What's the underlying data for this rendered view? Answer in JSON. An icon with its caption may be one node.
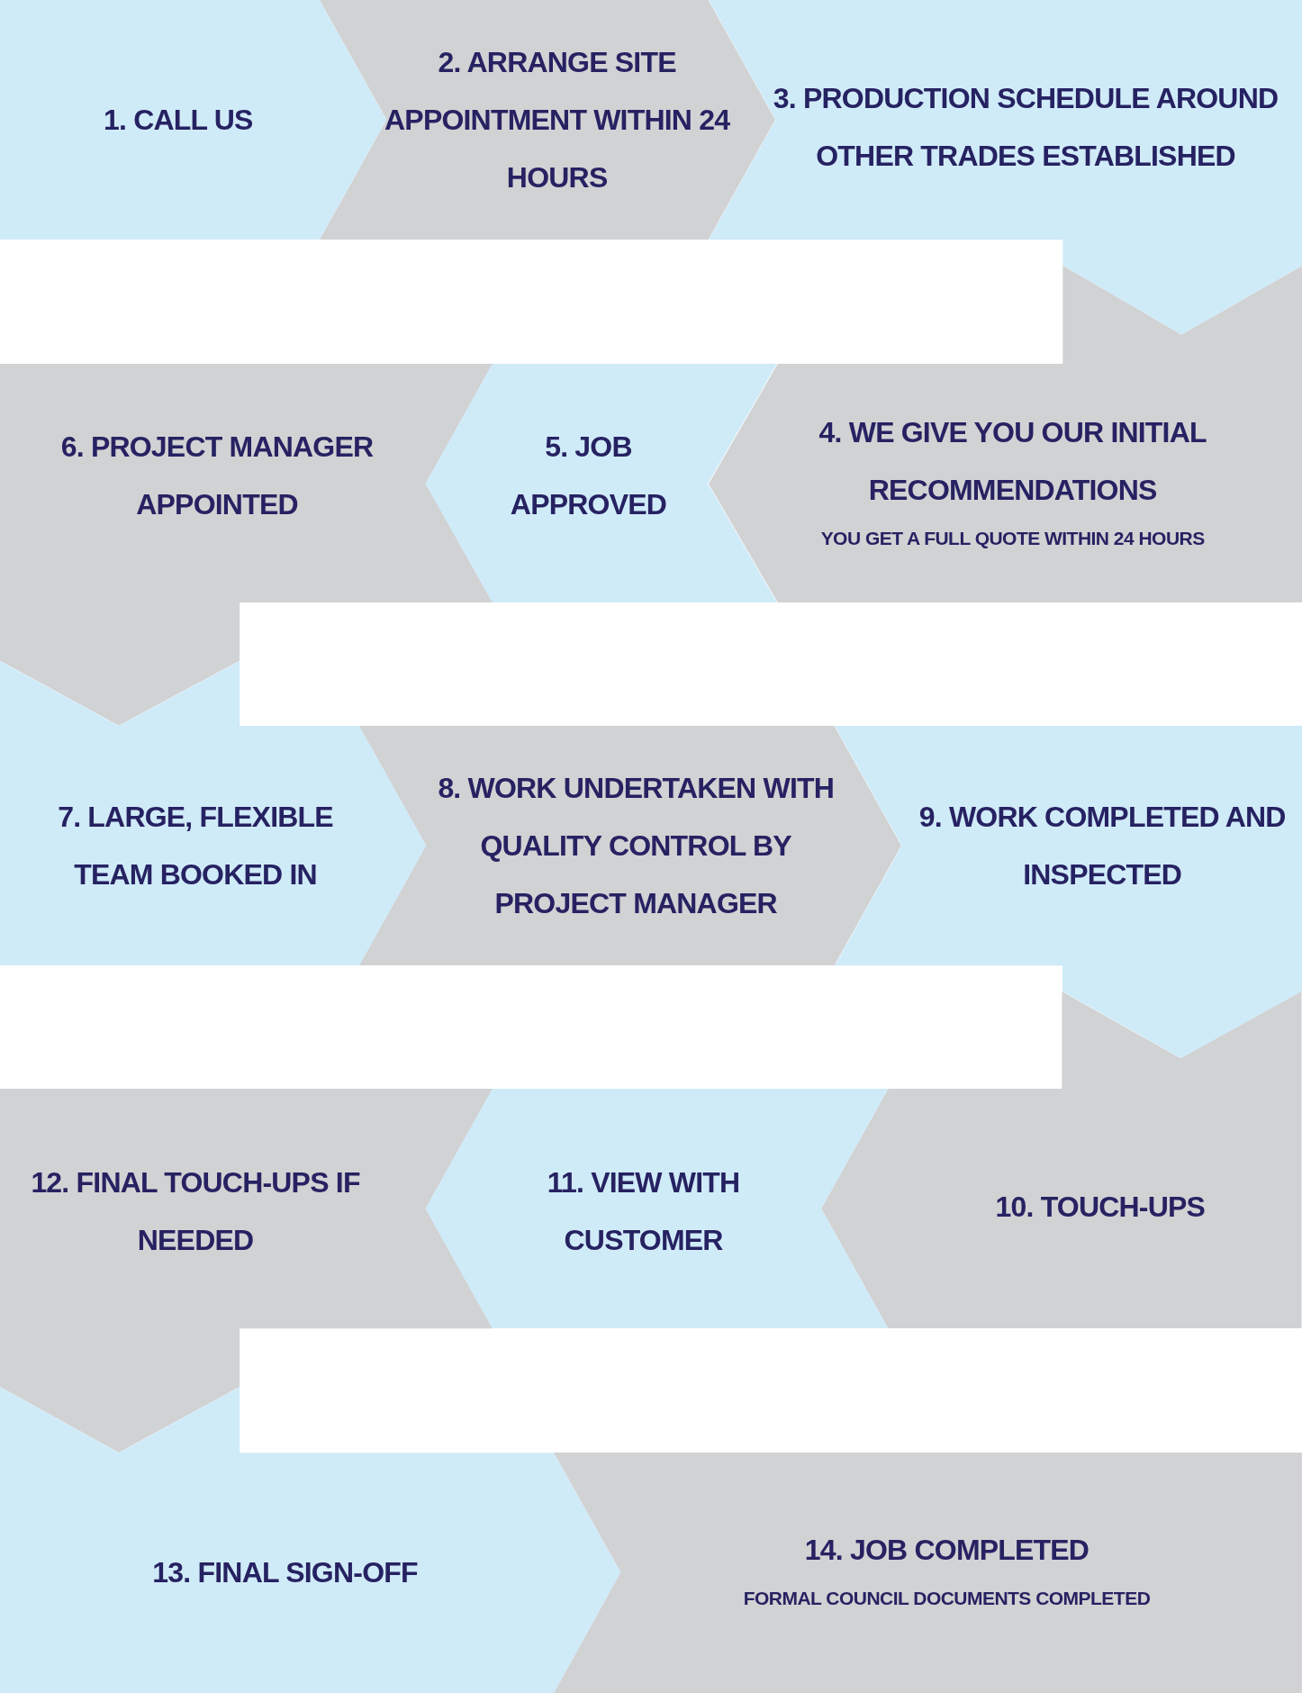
{
  "diagram": {
    "nodes": [
      {
        "text": [
          "1. CALL US"
        ]
      },
      {
        "text": [
          "2. ARRANGE SITE APPOINTMENT WITHIN 24 HOURS"
        ]
      },
      {
        "text": [
          "3. PRODUCTION SCHEDULE AROUND OTHER TRADES ESTABLISHED"
        ]
      },
      {
        "text": [
          "4. WE GIVE YOU OUR INITIAL RECOMMENDATIONS",
          "YOU GET A FULL QUOTE WITHIN 24 HOURS"
        ]
      },
      {
        "text": [
          "5. JOB APPROVED"
        ]
      },
      {
        "text": [
          "6. PROJECT MANAGER APPOINTED"
        ]
      },
      {
        "text": [
          "7. LARGE, FLEXIBLE TEAM BOOKED IN"
        ]
      },
      {
        "text": [
          "8. WORK UNDERTAKEN WITH QUALITY CONTROL BY PROJECT MANAGER"
        ]
      },
      {
        "text": [
          "9. WORK COMPLETED AND INSPECTED"
        ]
      },
      {
        "text": [
          "10. TOUCH-UPS"
        ]
      },
      {
        "text": [
          "11. VIEW WITH CUSTOMER"
        ]
      },
      {
        "text": [
          "12. FINAL TOUCH-UPS IF NEEDED"
        ]
      },
      {
        "text": [
          "13. FINAL SIGN-OFF"
        ]
      },
      {
        "text": [
          "14. JOB COMPLETED",
          "FORMAL COUNCIL DOCUMENTS COMPLETED"
        ]
      }
    ]
  }
}
